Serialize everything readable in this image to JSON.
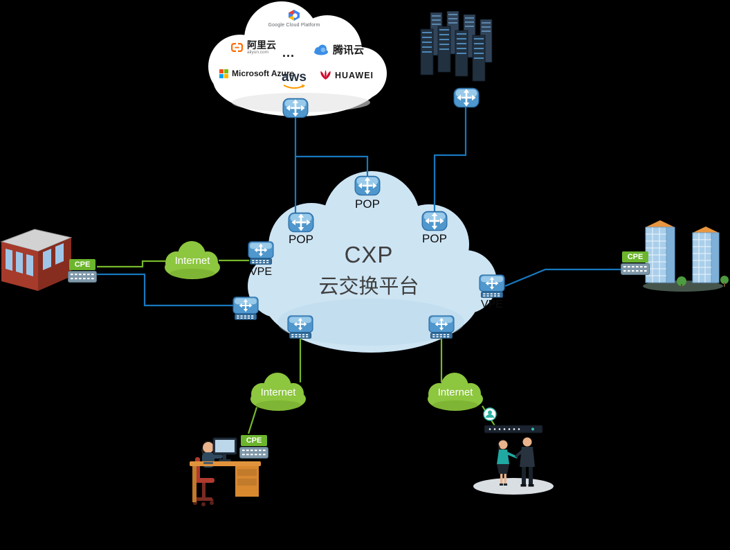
{
  "diagram_title": {
    "line1": "CXP",
    "line2": "云交换平台"
  },
  "providers": {
    "google": {
      "label": "Google Cloud Platform"
    },
    "aliyun": {
      "label": "阿里云",
      "sub": "aliyun.com"
    },
    "ellipsis": "...",
    "tencent": {
      "label": "腾讯云"
    },
    "azure": {
      "label": "Microsoft Azure"
    },
    "aws": {
      "label": "aws"
    },
    "huawei": {
      "label": "HUAWEI"
    }
  },
  "nodes": {
    "pop_top": {
      "label": "POP"
    },
    "pop_left": {
      "label": "POP"
    },
    "pop_right": {
      "label": "POP"
    },
    "vpe_left": {
      "label": "VPE"
    },
    "vpe_right": {
      "label": "VPE"
    }
  },
  "internet_clouds": {
    "left": {
      "label": "Internet"
    },
    "bottom_left": {
      "label": "Internet"
    },
    "bottom_right": {
      "label": "Internet"
    }
  },
  "cpe": {
    "left": {
      "label": "CPE"
    },
    "right": {
      "label": "CPE"
    },
    "bottom": {
      "label": "CPE"
    }
  },
  "colors": {
    "background": "#000000",
    "link_blue": "#1878bf",
    "link_green": "#76b82a",
    "cxp_cloud_fill": "#cde4f3",
    "provider_cloud_fill": "#ffffff",
    "internet_cloud_fill": "#8dc63f",
    "cpe_label_green": "#6cb52d",
    "device_blue": "#4f97cc"
  }
}
